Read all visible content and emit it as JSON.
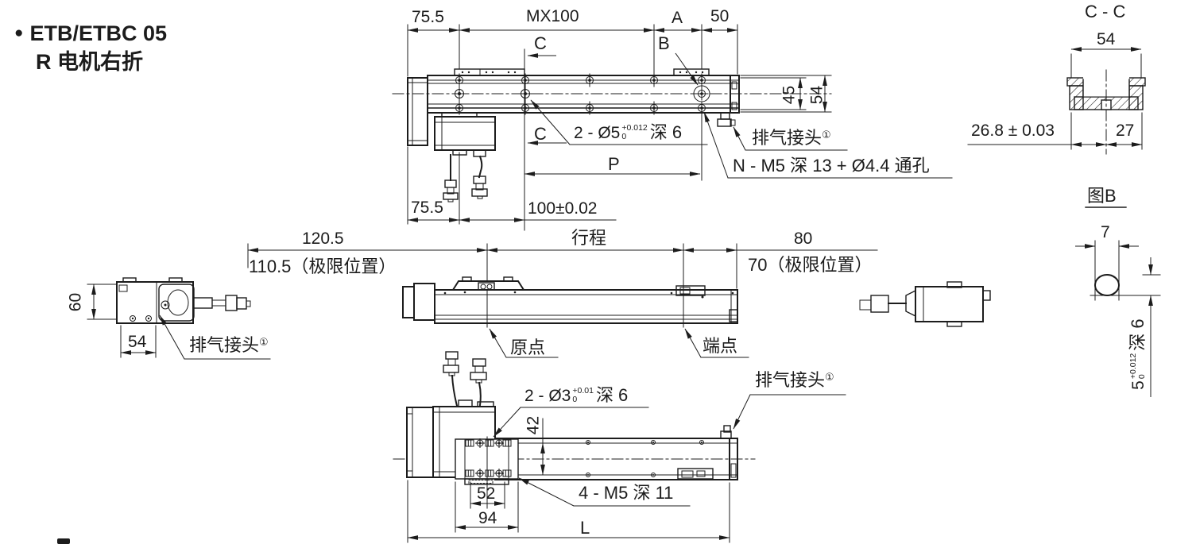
{
  "drawing": {
    "title": {
      "bullet": "●",
      "line1": "ETB/ETBC 05",
      "line2": "R 电机右折"
    },
    "colors": {
      "ink": "#1c1c1c",
      "background": "#ffffff"
    },
    "top_view": {
      "dim_left_offset": "75.5",
      "dim_pitch": "MX100",
      "dim_a": "A",
      "dim_50": "50",
      "section_label_upper": "C",
      "section_label_lower": "C",
      "detail_label": "B",
      "dim_height_inner": "45",
      "dim_height_outer": "54",
      "pin_hole_note": {
        "prefix": "2 - Ø5",
        "tol_plus": "+0.012",
        "tol_minus": "0",
        "suffix": "深 6"
      },
      "exhaust_note": {
        "text": "排气接头",
        "footnote": "①"
      },
      "mount_hole_note": "N - M5 深 13 + Ø4.4 通孔",
      "dim_p": "P",
      "dim_pitch_tol": "100±0.02",
      "dim_left_offset_bottom": "75.5"
    },
    "section_cc": {
      "title": "C - C",
      "dim_width": "54",
      "dim_offset": "26.8 ± 0.03",
      "dim_half": "27"
    },
    "detail_b": {
      "title": "图B",
      "dim_slot_width": "7",
      "slot_note": {
        "prefix": "5",
        "tol_plus": "+0.012",
        "tol_minus": "0",
        "suffix": "深 6"
      }
    },
    "stroke_view": {
      "dim_motor_end": "120.5",
      "dim_motor_end_limit": "110.5（极限位置）",
      "dim_stroke": "行程",
      "dim_head_end": "80",
      "dim_head_end_limit": "70（极限位置）",
      "dim_height": "60",
      "dim_width": "54",
      "exhaust_note": {
        "text": "排气接头",
        "footnote": "①"
      },
      "origin_label": "原点",
      "end_label": "端点"
    },
    "bottom_view": {
      "pin_hole_note": {
        "prefix": "2 - Ø3",
        "tol_plus": "+0.01",
        "tol_minus": "0",
        "suffix": "深 6"
      },
      "dim_height": "42",
      "exhaust_note": {
        "text": "排气接头",
        "footnote": "①"
      },
      "dim_inner": "52",
      "dim_outer": "94",
      "thread_note": "4 - M5 深 11",
      "dim_length": "L"
    }
  }
}
